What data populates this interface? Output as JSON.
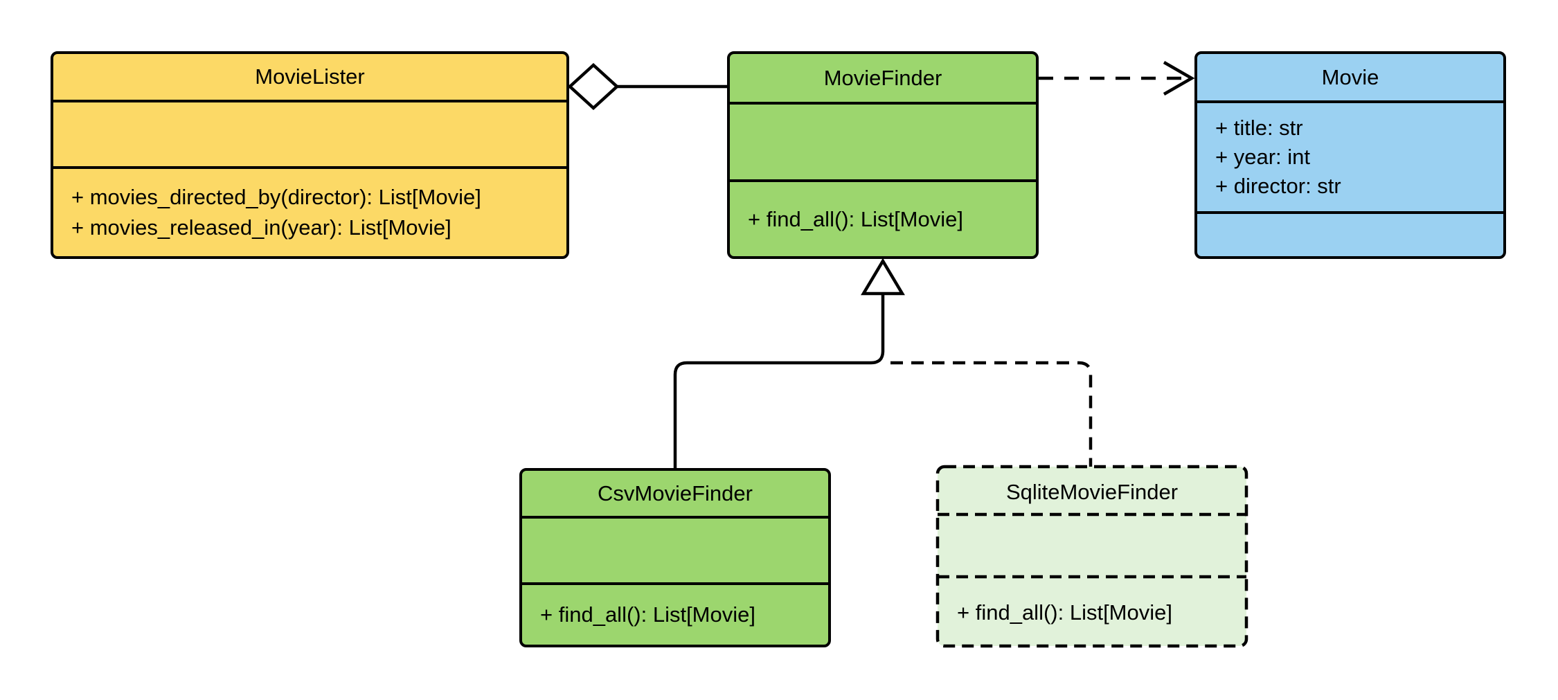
{
  "diagram": {
    "kind": "uml-class-diagram",
    "background": "#ffffff",
    "stroke_color": "#000000"
  },
  "colors": {
    "yellow_fill": "#FCD966",
    "green_fill": "#9CD66E",
    "blue_fill": "#9BD1F2",
    "pale_green_fill": "#E1F2DA",
    "edge_stroke": "#000000"
  },
  "classes": [
    {
      "name": "MovieLister",
      "fill": "#FCD966",
      "border_style": "solid",
      "attributes": [],
      "methods": [
        "+ movies_directed_by(director): List[Movie]",
        "+ movies_released_in(year): List[Movie]"
      ]
    },
    {
      "name": "MovieFinder",
      "fill": "#9CD66E",
      "border_style": "solid",
      "attributes": [],
      "methods": [
        "+ find_all(): List[Movie]"
      ]
    },
    {
      "name": "Movie",
      "fill": "#9BD1F2",
      "border_style": "solid",
      "attributes": [
        "+ title: str",
        "+ year: int",
        "+ director: str"
      ],
      "methods": []
    },
    {
      "name": "CsvMovieFinder",
      "fill": "#9CD66E",
      "border_style": "solid",
      "attributes": [],
      "methods": [
        "+ find_all(): List[Movie]"
      ]
    },
    {
      "name": "SqliteMovieFinder",
      "fill": "#E1F2DA",
      "border_style": "dashed",
      "attributes": [],
      "methods": [
        "+ find_all(): List[Movie]"
      ]
    }
  ],
  "relationships": [
    {
      "type": "aggregation",
      "from": "MovieLister",
      "to": "MovieFinder",
      "line": "solid",
      "marker": "hollow-diamond-at-MovieLister"
    },
    {
      "type": "dependency",
      "from": "MovieFinder",
      "to": "Movie",
      "line": "dashed",
      "marker": "open-arrow-at-Movie"
    },
    {
      "type": "generalization",
      "from": "CsvMovieFinder",
      "to": "MovieFinder",
      "line": "solid",
      "marker": "hollow-triangle-at-MovieFinder"
    },
    {
      "type": "generalization",
      "from": "SqliteMovieFinder",
      "to": "MovieFinder",
      "line": "dashed",
      "marker": "hollow-triangle-at-MovieFinder"
    }
  ]
}
